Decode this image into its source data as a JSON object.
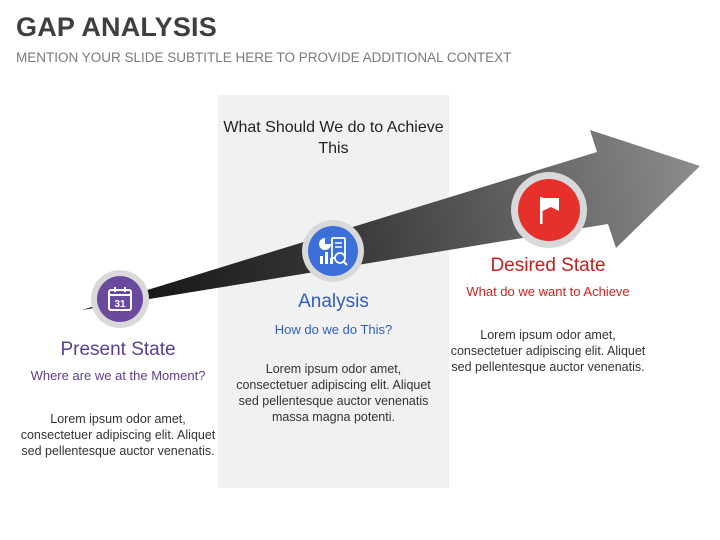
{
  "slide": {
    "title": "GAP ANALYSIS",
    "subtitle": "MENTION YOUR SLIDE SUBTITLE HERE TO PROVIDE ADDITIONAL CONTEXT"
  },
  "middle": {
    "question": "What Should We do to Achieve This"
  },
  "stages": {
    "present": {
      "title": "Present State",
      "question": "Where are we at the Moment?",
      "body": "Lorem ipsum odor amet, consectetuer adipiscing elit. Aliquet sed pellentesque auctor venenatis.",
      "icon": "calendar-icon",
      "calendar_day": "31",
      "color": "#6a4a9c"
    },
    "analysis": {
      "title": "Analysis",
      "question": "How do we do This?",
      "body": "Lorem ipsum odor amet, consectetuer adipiscing elit. Aliquet sed pellentesque auctor venenatis massa magna potenti.",
      "icon": "report-analysis-icon",
      "color": "#3d6fd9"
    },
    "desired": {
      "title": "Desired State",
      "question": "What do we want to Achieve",
      "body": "Lorem ipsum odor amet, consectetuer adipiscing elit. Aliquet sed pellentesque auctor venenatis.",
      "icon": "flag-icon",
      "color": "#e5302c"
    }
  },
  "colors": {
    "title": "#3f3f3f",
    "subtitle": "#7a7a7a",
    "panel": "#f1f1f1",
    "arrow_dark": "#1a1a1a",
    "arrow_light": "#8a8a8a"
  }
}
